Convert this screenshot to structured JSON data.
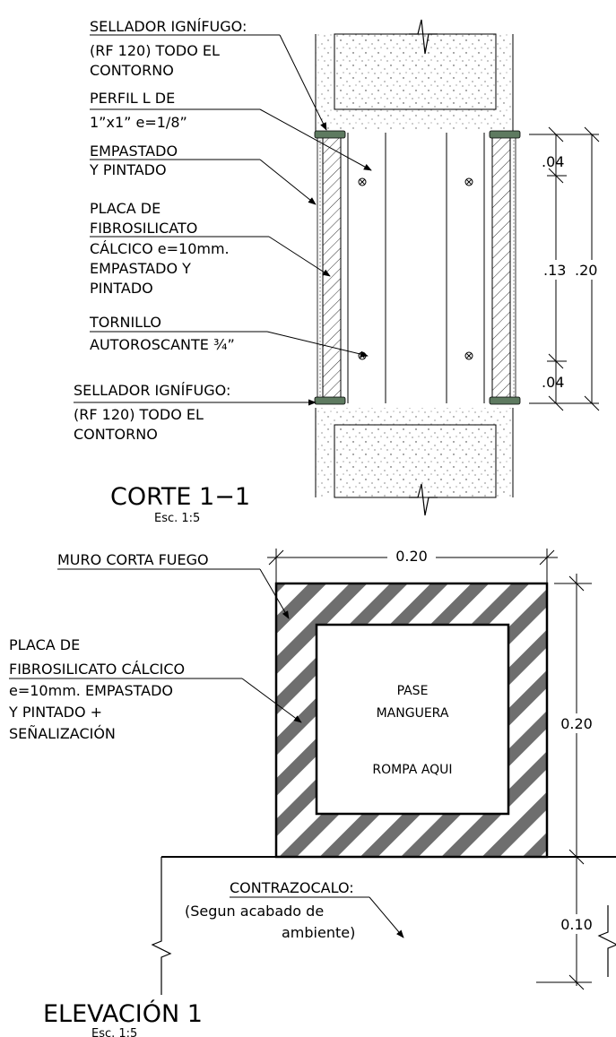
{
  "section": {
    "title": "CORTE 1−1",
    "scale": "Esc. 1:5",
    "labels": {
      "sellador_top_1": "SELLADOR IGNÍFUGO:",
      "sellador_top_2": "(RF 120) TODO EL",
      "sellador_top_3": "CONTORNO",
      "perfil_1": "PERFIL L DE",
      "perfil_2": "1”x1”    e=1/8”",
      "empastado_1": "EMPASTADO",
      "empastado_2": "Y PINTADO",
      "placa_1": "PLACA DE",
      "placa_2": "FIBROSILICATO",
      "placa_3": "CÁLCICO e=10mm.",
      "placa_4": "EMPASTADO Y",
      "placa_5": "PINTADO",
      "tornillo_1": "TORNILLO",
      "tornillo_2": "AUTOROSCANTE ¾”",
      "sellador_bot_1": "SELLADOR IGNÍFUGO:",
      "sellador_bot_2": "(RF 120) TODO EL",
      "sellador_bot_3": "CONTORNO"
    },
    "dimensions": {
      "top": ".04",
      "middle": ".13",
      "bottom": ".04",
      "total": ".20"
    }
  },
  "elevation": {
    "title": "ELEVACIÓN 1",
    "scale": "Esc. 1:5",
    "labels": {
      "muro": "MURO CORTA FUEGO",
      "placa_1": "PLACA DE",
      "placa_2": "FIBROSILICATO CÁLCICO",
      "placa_3": "e=10mm. EMPASTADO",
      "placa_4": "Y PINTADO +",
      "placa_5": "SEÑALIZACIÓN",
      "pase_1": "PASE",
      "pase_2": "MANGUERA",
      "rompa": "ROMPA AQUI",
      "contra_1": "CONTRAZOCALO:",
      "contra_2": "(Segun acabado de",
      "contra_3": "ambiente)"
    },
    "dimensions": {
      "width": "0.20",
      "height": "0.20",
      "base": "0.10"
    }
  },
  "colors": {
    "seal": "#5e7a60",
    "stripe": "#6e6e6e",
    "line": "#000000"
  }
}
